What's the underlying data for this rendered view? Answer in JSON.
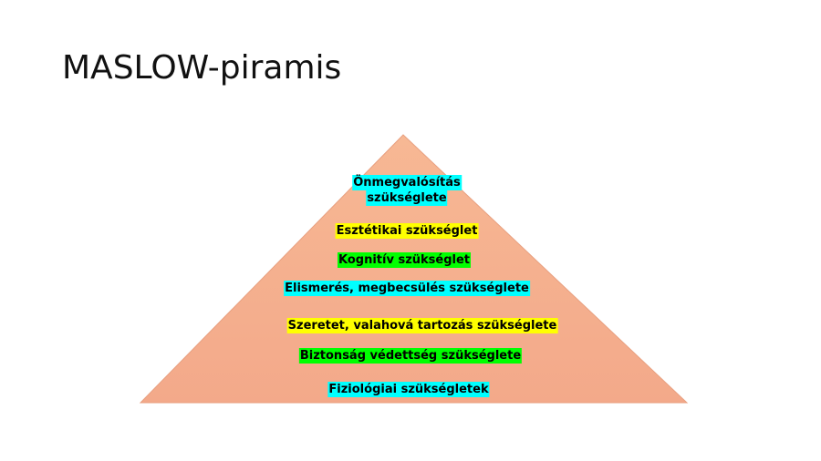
{
  "slide": {
    "title": "MASLOW-piramis"
  },
  "pyramid": {
    "fill": "#f4ae8c",
    "levels": [
      {
        "lines": [
          "Önmegvalósítás",
          "szükséglete"
        ],
        "highlight": "#00ffff"
      },
      {
        "lines": [
          "Esztétikai szükséglet"
        ],
        "highlight": "#ffff00"
      },
      {
        "lines": [
          "Kognitív szükséglet"
        ],
        "highlight": "#00ff00"
      },
      {
        "lines": [
          "Elismerés, megbecsülés szükséglete"
        ],
        "highlight": "#00ffff"
      },
      {
        "lines": [
          "Szeretet, valahová tartozás szükséglete"
        ],
        "highlight": "#ffff00"
      },
      {
        "lines": [
          "Biztonság védettség szükséglete"
        ],
        "highlight": "#00ff00"
      },
      {
        "lines": [
          "Fiziológiai szükségletek"
        ],
        "highlight": "#00ffff"
      }
    ]
  }
}
